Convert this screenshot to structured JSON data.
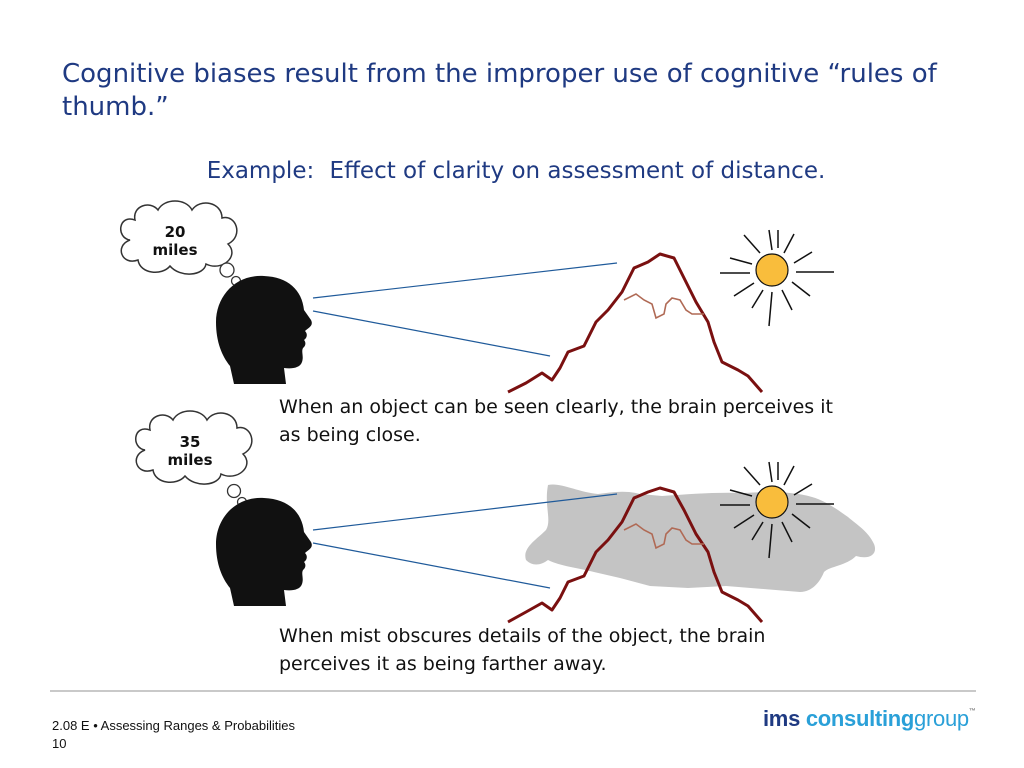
{
  "slide": {
    "title": "Cognitive biases result from the improper use of cognitive “rules of thumb.”",
    "subtitle_prefix": "Example:",
    "subtitle_text": "Effect of clarity on assessment of distance."
  },
  "scenes": [
    {
      "bubble_line1": "20",
      "bubble_line2": "miles",
      "caption": "When an object can be seen clearly, the brain perceives it as being close."
    },
    {
      "bubble_line1": "35",
      "bubble_line2": "miles",
      "caption": "When mist obscures details of the object, the brain perceives it as being farther away."
    }
  ],
  "footer": {
    "course": "2.08 E • Assessing Ranges & Probabilities",
    "page_number": "10"
  },
  "logo": {
    "part1": "ims",
    "part2": "consulting",
    "part3": "group",
    "trademark": "™"
  },
  "colors": {
    "title": "#1f3a82",
    "mountain": "#7a1010",
    "snowline": "#b06a55",
    "sightline": "#1f5a9a",
    "sun_fill": "#f9bd3c",
    "mist": "#c4c4c4",
    "head": "#111111"
  }
}
